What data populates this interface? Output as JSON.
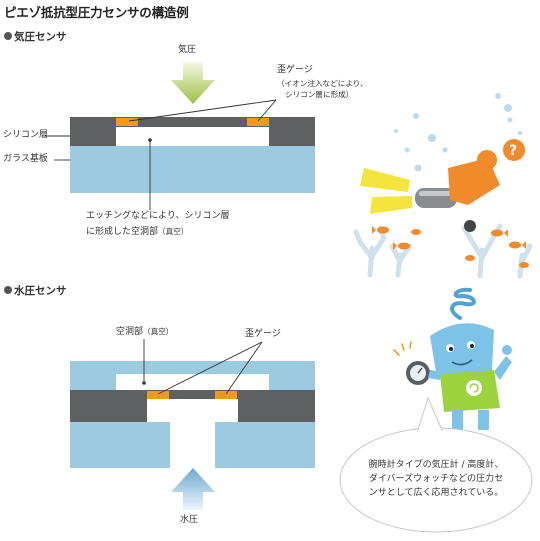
{
  "page_title": "ピエゾ抵抗型圧力センサの構造例",
  "colors": {
    "silicon": "#5e6062",
    "glass": "#9ccbe1",
    "gauge": "#f29a12",
    "air_arrow": "#a3c24e",
    "water_arrow": "#7bb0d3",
    "bubble": "#b9dbef"
  },
  "air_sensor": {
    "section_label": "気圧センサ",
    "pressure_label": "気圧",
    "gauge_label": "歪ゲージ",
    "gauge_note_line1": "（イオン注入などにより、",
    "gauge_note_line2": "シリコン層に形成）",
    "silicon_label": "シリコン層",
    "glass_label": "ガラス基板",
    "cavity_note_line1": "エッチングなどにより、シリコン層",
    "cavity_note_line2_main": "に形成した空洞部",
    "cavity_note_line2_small": "（真空）"
  },
  "water_sensor": {
    "section_label": "水圧センサ",
    "cavity_label_main": "空洞部",
    "cavity_label_small": "（真空）",
    "gauge_label": "歪ゲージ",
    "pressure_label": "水圧"
  },
  "speech_bubble": {
    "line1": "腕時計タイプの気圧計 / 高度計、",
    "line2": "ダイバーズウォッチなどの圧力セ",
    "line3": "ンサとして広く応用されている。"
  }
}
